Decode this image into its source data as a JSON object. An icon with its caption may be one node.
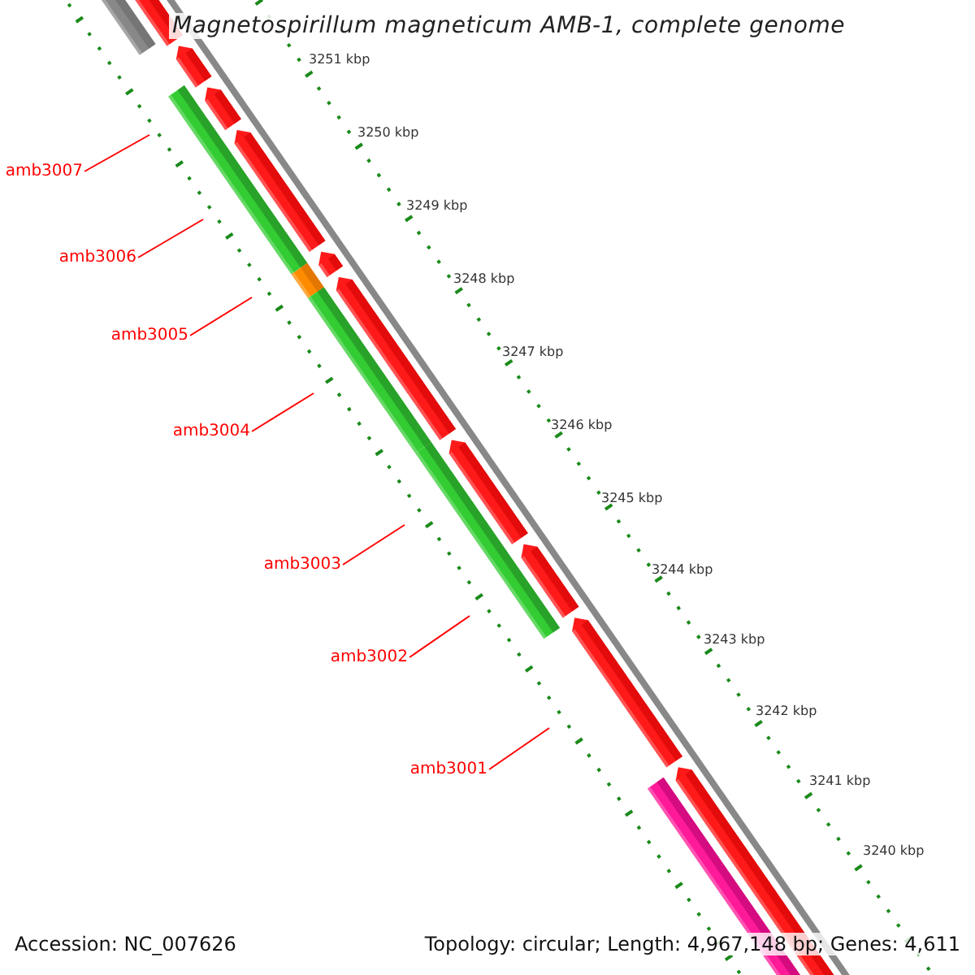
{
  "diagram": {
    "title": "Magnetospirillum magneticum AMB-1, complete genome",
    "nodes": [
      {
        "text": [
          "amb3007"
        ]
      },
      {
        "text": [
          "amb3006"
        ]
      },
      {
        "text": [
          "amb3005"
        ]
      },
      {
        "text": [
          "amb3004"
        ]
      },
      {
        "text": [
          "amb3003"
        ]
      },
      {
        "text": [
          "amb3002"
        ]
      },
      {
        "text": [
          "amb3001"
        ]
      }
    ],
    "edges": [
      {
        "from": 0,
        "to": null,
        "arrow": "none"
      },
      {
        "from": 1,
        "to": null,
        "arrow": "none"
      },
      {
        "from": 2,
        "to": null,
        "arrow": "none"
      },
      {
        "from": 3,
        "to": null,
        "arrow": "none"
      },
      {
        "from": 4,
        "to": null,
        "arrow": "none"
      },
      {
        "from": 5,
        "to": null,
        "arrow": "none"
      },
      {
        "from": 6,
        "to": null,
        "arrow": "none"
      }
    ],
    "labels": [
      "3251 kbp",
      "3250 kbp",
      "3249 kbp",
      "3248 kbp",
      "3247 kbp",
      "3246 kbp",
      "3245 kbp",
      "3244 kbp",
      "3243 kbp",
      "3242 kbp",
      "3241 kbp",
      "3240 kbp",
      "Accession: NC_007626",
      "Topology: circular; Length: 4,967,148 bp; Genes: 4,611"
    ]
  }
}
